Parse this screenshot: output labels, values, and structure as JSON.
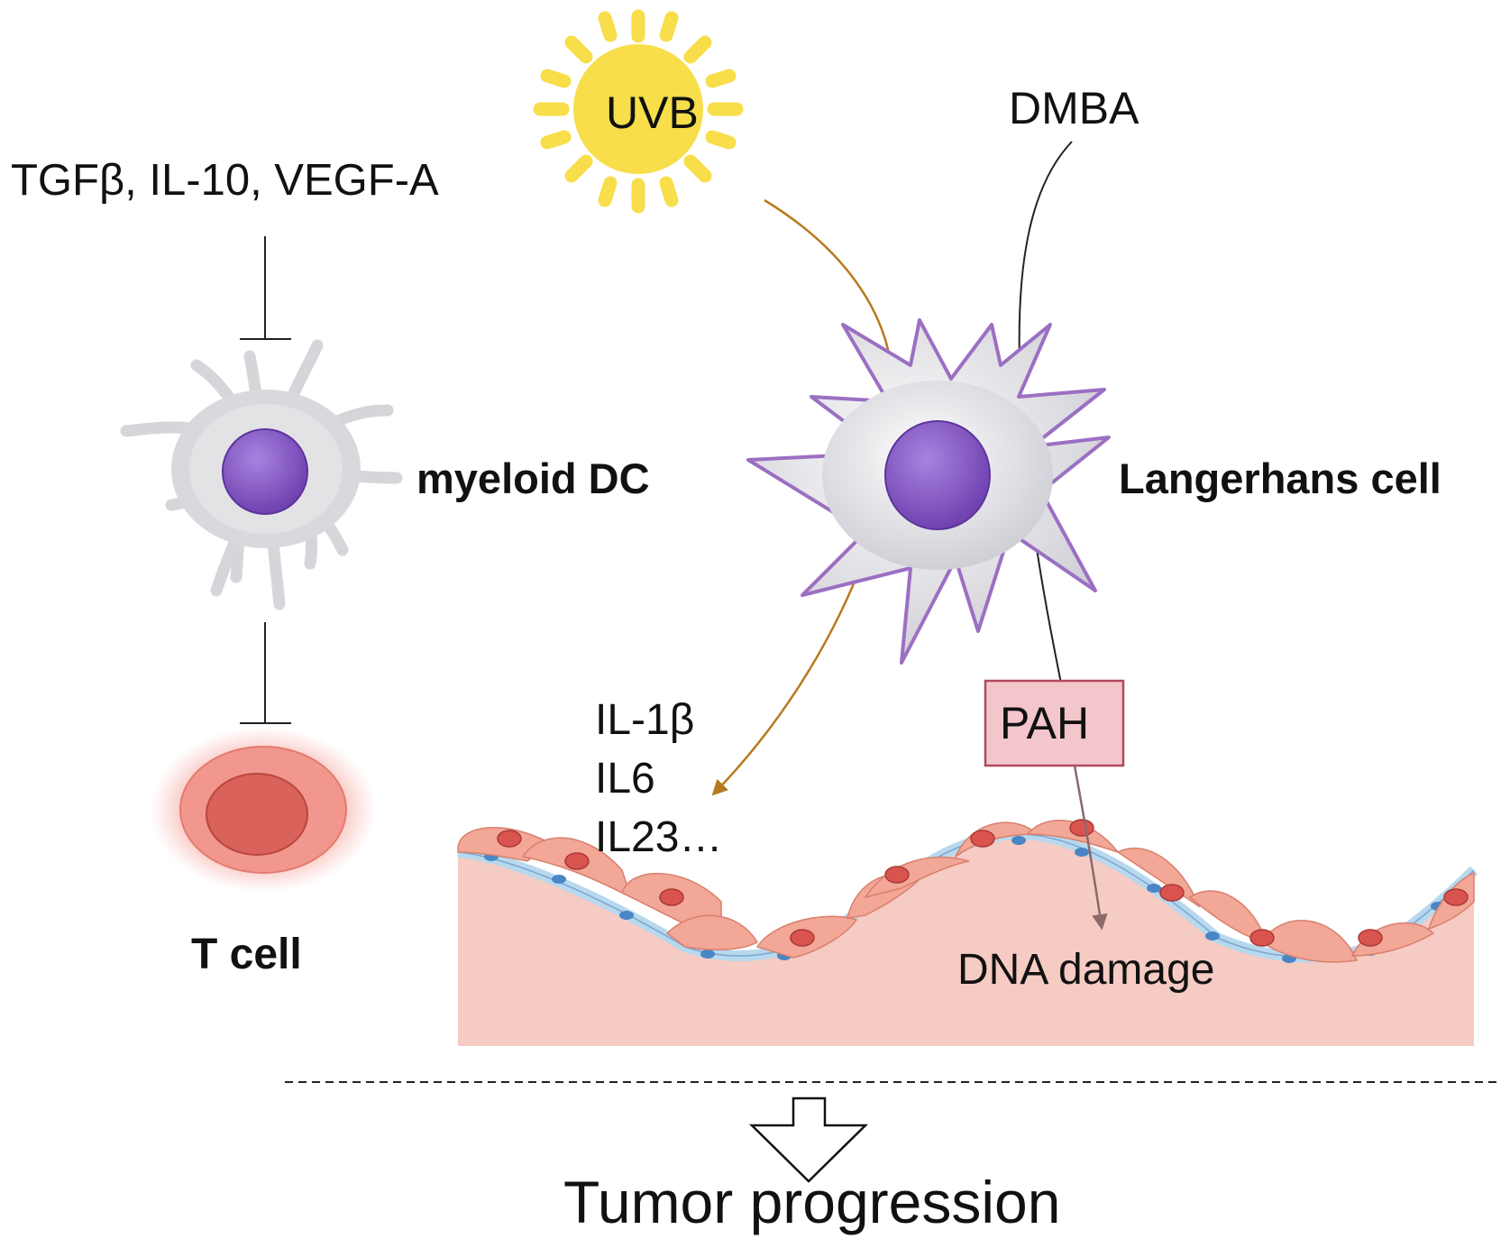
{
  "labels": {
    "uvb": "UVB",
    "dmba": "DMBA",
    "inhibitors": "TGFβ, IL-10, VEGF-A",
    "myeloid_dc": "myeloid DC",
    "langerhans_cell": "Langerhans cell",
    "t_cell": "T cell",
    "cytokines": [
      "IL-1β",
      "IL6",
      "IL23…"
    ],
    "pah": "PAH",
    "dna_damage": "DNA damage",
    "outcome": "Tumor progression"
  },
  "colors": {
    "sun": "#f7de4a",
    "uvb_arrow": "#b87a1e",
    "dmba_line": "#222222",
    "pah_fill": "#f3c6cc",
    "pah_border": "#b04a5a",
    "dna_arrow": "#8a6a6a",
    "tissue": "#f5cbc3",
    "epithelial_cell": "#f3a796",
    "nucleus_red": "#d9534f",
    "basal_layer": "#b8d8ee",
    "basal_nucleus": "#4a86c5",
    "cell_body": "#d9d9dd",
    "langerhans_border": "#9b6fc2",
    "cell_nucleus": "#8a5cc8",
    "t_cell_fill": "#f08a80"
  }
}
